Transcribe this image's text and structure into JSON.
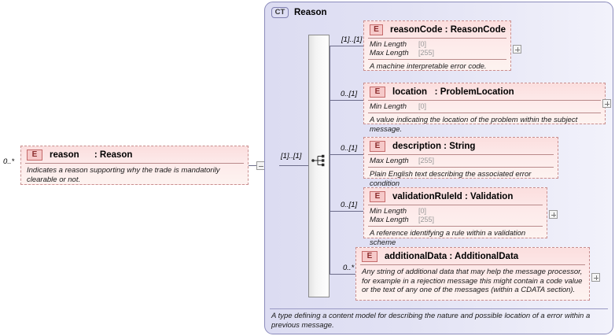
{
  "root_element": {
    "badge": "E",
    "name": "reason",
    "separator": ":",
    "type": "Reason",
    "name_type": "reason      : Reason",
    "documentation": "Indicates a reason supporting why the trade is mandatorily clearable or not.",
    "multiplicity": "0..*"
  },
  "complex_type": {
    "badge": "CT",
    "title": "Reason",
    "documentation": "A type defining a content model for describing the nature and possible location of a error within a previous message.",
    "compositor": "sequence-icon"
  },
  "children": [
    {
      "badge": "E",
      "name": "reasonCode",
      "type": "ReasonCode",
      "name_type": "reasonCode : ReasonCode",
      "multiplicity": "[1]..[1]",
      "facets": [
        {
          "label": "Min Length",
          "value": "[0]"
        },
        {
          "label": "Max Length",
          "value": "[255]"
        }
      ],
      "documentation": "A machine interpretable error code.",
      "expand": "+"
    },
    {
      "badge": "E",
      "name": "location",
      "type": "ProblemLocation",
      "name_type": "location   : ProblemLocation",
      "multiplicity": "0..[1]",
      "facets": [
        {
          "label": "Min Length",
          "value": "[0]"
        }
      ],
      "documentation": "A value indicating the location of the problem within the subject message.",
      "expand": "+"
    },
    {
      "badge": "E",
      "name": "description",
      "type": "String",
      "name_type": "description : String",
      "multiplicity": "0..[1]",
      "facets": [
        {
          "label": "Max Length",
          "value": "[255]"
        }
      ],
      "documentation": "Plain English text describing the associated error condition",
      "expand": ""
    },
    {
      "badge": "E",
      "name": "validationRuleId",
      "type": "Validation",
      "name_type": "validationRuleId : Validation",
      "multiplicity": "0..[1]",
      "facets": [
        {
          "label": "Min Length",
          "value": "[0]"
        },
        {
          "label": "Max Length",
          "value": "[255]"
        }
      ],
      "documentation": "A reference identifying a rule within a validation scheme",
      "expand": "+"
    },
    {
      "badge": "E",
      "name": "additionalData",
      "type": "AdditionalData",
      "name_type": "additionalData : AdditionalData",
      "multiplicity": "0..*",
      "facets": [],
      "documentation": "Any string of additional data that may help the message processor, for example in a rejection message this might contain a code value or the text of any one of the messages (within a CDATA section).",
      "expand": "+"
    }
  ],
  "root_link_multiplicity": "[1]..[1]",
  "colors": {
    "element_border": "#c98f8f",
    "element_fill": "#fbdede",
    "container_border": "#8b8bbb",
    "container_fill": "#dcdcf2",
    "line": "#6c6c8a"
  }
}
